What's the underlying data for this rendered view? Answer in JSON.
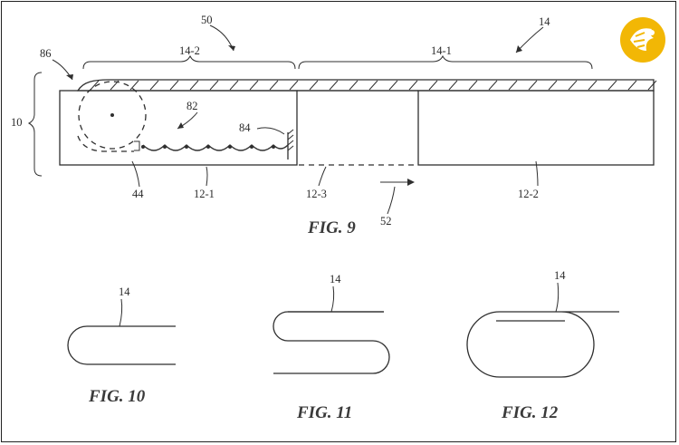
{
  "figures": {
    "fig9": {
      "caption": "FIG. 9",
      "labels": {
        "l50": "50",
        "l14": "14",
        "l14_2": "14-2",
        "l14_1": "14-1",
        "l86": "86",
        "l10": "10",
        "l82": "82",
        "l84": "84",
        "l44": "44",
        "l12_1": "12-1",
        "l12_3": "12-3",
        "l12_2": "12-2",
        "l52": "52"
      }
    },
    "fig10": {
      "caption": "FIG. 10",
      "label": "14"
    },
    "fig11": {
      "caption": "FIG. 11",
      "label": "14"
    },
    "fig12": {
      "caption": "FIG. 12",
      "label": "14"
    }
  },
  "logo": {
    "color": "#f2b705",
    "icon": "publisher-logo-icon"
  }
}
